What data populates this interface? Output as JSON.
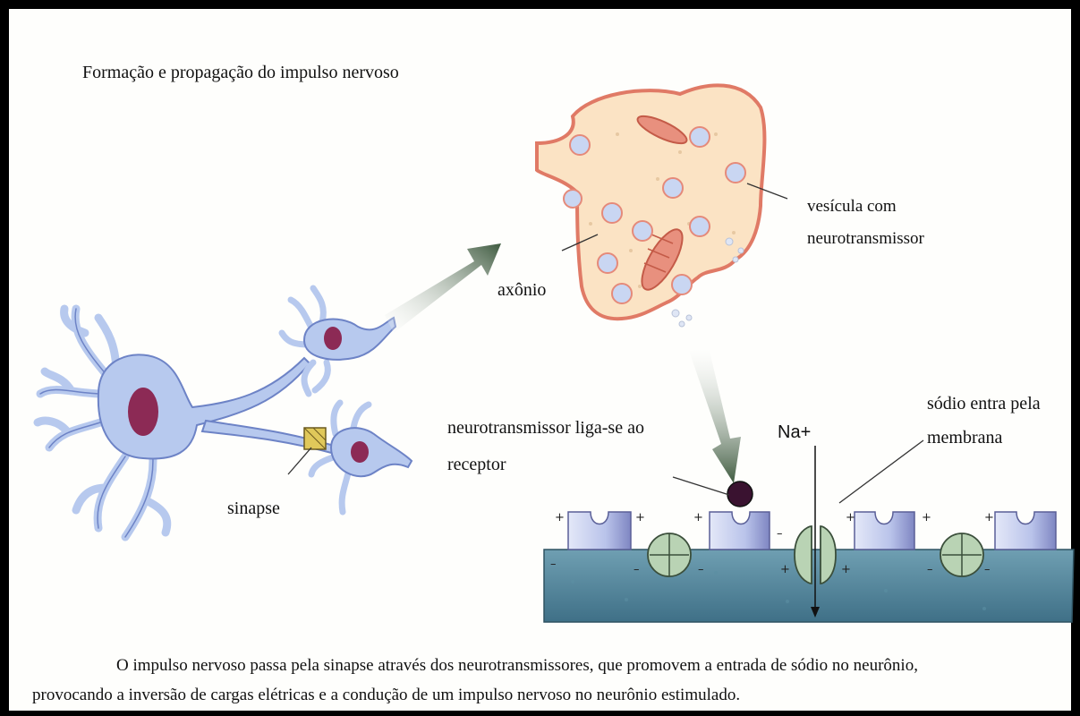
{
  "title": "Formação e propagação do impulso nervoso",
  "labels": {
    "axon": "axônio",
    "vesicle_line1": "vesícula com",
    "vesicle_line2": "neurotransmissor",
    "synapse": "sinapse",
    "binds_line1": "neurotransmissor liga-se ao",
    "binds_line2": "receptor",
    "sodium_ion": "Na+",
    "sodium_enters_line1": "sódio entra pela",
    "sodium_enters_line2": "membrana"
  },
  "caption_line1": "O impulso nervoso passa pela sinapse através dos neurotransmissores, que promovem a entrada de sódio no neurônio,",
  "caption_line2": "provocando a inversão de cargas elétricas e a condução de um impulso nervoso no neurônio estimulado.",
  "colors": {
    "neuron_fill": "#b7c9ee",
    "neuron_stroke": "#6d83c6",
    "nucleus": "#8c2a55",
    "terminal_fill": "#fbe3c4",
    "terminal_stroke": "#e07a66",
    "arrow_dark": "#3e5a3f",
    "membrane": "#4f8297",
    "receptor": "#c7d0ee",
    "channel": "#b9d3b4",
    "synapse_box": "#e0c85a"
  }
}
